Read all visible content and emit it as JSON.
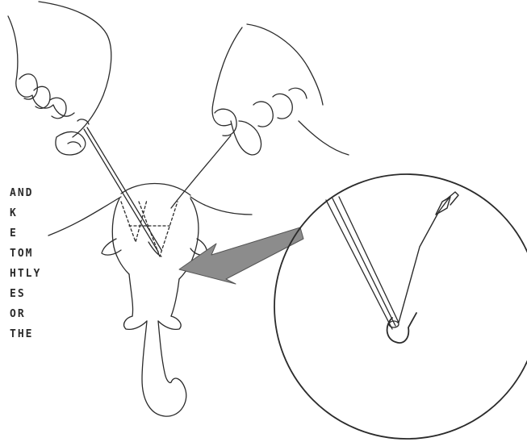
{
  "caption_lines": [
    "AND",
    "K",
    "E",
    "TOM",
    "HTLY",
    "ES",
    "OR",
    "THE"
  ],
  "colors": {
    "ink": "#2b2b2b",
    "arrow": "#8c8c8c"
  }
}
